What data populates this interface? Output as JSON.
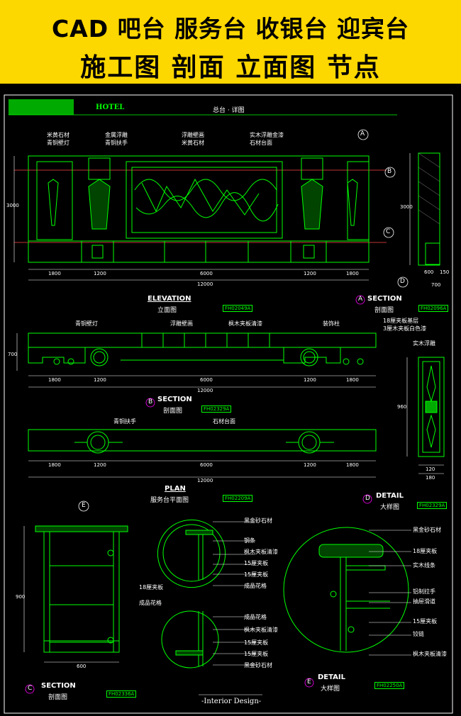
{
  "banner": {
    "line1": "CAD 吧台 服务台 收银台 迎宾台",
    "line2": "施工图 剖面 立面图 节点"
  },
  "header": {
    "hotel": "HOTEL",
    "sheet_title": "总台 · 详图"
  },
  "elevation": {
    "labels": [
      "米黄石材",
      "青铜壁灯",
      "金属浮雕",
      "青铜扶手",
      "浮雕壁画",
      "米黄石材",
      "实木浮雕金漆",
      "石材台面"
    ],
    "dims_bottom": [
      "1800",
      "1200",
      "6000",
      "1200",
      "1800"
    ],
    "total": "12000",
    "left_dim": "3000",
    "title": "ELEVATION",
    "subtitle": "立面图",
    "code": "FH02049A"
  },
  "section_a": {
    "title": "SECTION",
    "subtitle": "剖面图",
    "code": "FH02096A",
    "dims": [
      "600",
      "150",
      "700"
    ],
    "left_dim": "3000",
    "markers": [
      "A",
      "B",
      "C",
      "D"
    ]
  },
  "section_b": {
    "labels": [
      "青铜壁灯",
      "浮雕壁画",
      "枫木夹板清漆",
      "装饰柱",
      "18厘夹板基层",
      "3厘木夹板白色漆"
    ],
    "dims_bottom": [
      "1800",
      "1200",
      "6000",
      "1200",
      "1800"
    ],
    "total": "12000",
    "left_dim": "700",
    "title": "SECTION",
    "subtitle": "剖面图",
    "code": "FH02329A",
    "marker": "B"
  },
  "plan": {
    "labels": [
      "青铜扶手",
      "石材台面"
    ],
    "dims_bottom": [
      "1800",
      "1200",
      "6000",
      "1200",
      "1800"
    ],
    "total": "12000",
    "title": "PLAN",
    "subtitle": "服务台平面图",
    "code": "FH02209A"
  },
  "detail_d": {
    "label": "实木浮雕",
    "dims": [
      "960",
      "120",
      "180"
    ],
    "title": "DETAIL",
    "subtitle": "大样图",
    "code": "FH02329A",
    "marker": "D"
  },
  "section_c": {
    "labels_top": [
      "黑金砂石材",
      "钢条",
      "枫木夹板清漆",
      "15厘夹板",
      "15厘夹板",
      "成品花格"
    ],
    "labels_bottom": [
      "成品花格",
      "枫木夹板清漆",
      "15厘夹板",
      "15厘夹板",
      "黑金砂石材"
    ],
    "mid_labels": [
      "18厘夹板",
      "成品花格"
    ],
    "dims": [
      "600",
      "900"
    ],
    "title": "SECTION",
    "subtitle": "剖面图",
    "code": "FH02336A",
    "marker": "C"
  },
  "detail_e": {
    "labels": [
      "黑金砂石材",
      "18厘夹板",
      "实木线条",
      "铝制拉手",
      "抽屉滑道",
      "15厘夹板",
      "铰链",
      "枫木夹板清漆"
    ],
    "title": "DETAIL",
    "subtitle": "大样图",
    "code": "FH02250A",
    "marker": "E"
  },
  "footer": "-Interior Design-",
  "colors": {
    "banner": "#fdd700",
    "line": "#00ff00",
    "text": "#ffffff",
    "accent": "#ff00ff",
    "cyan": "#00ffff"
  }
}
